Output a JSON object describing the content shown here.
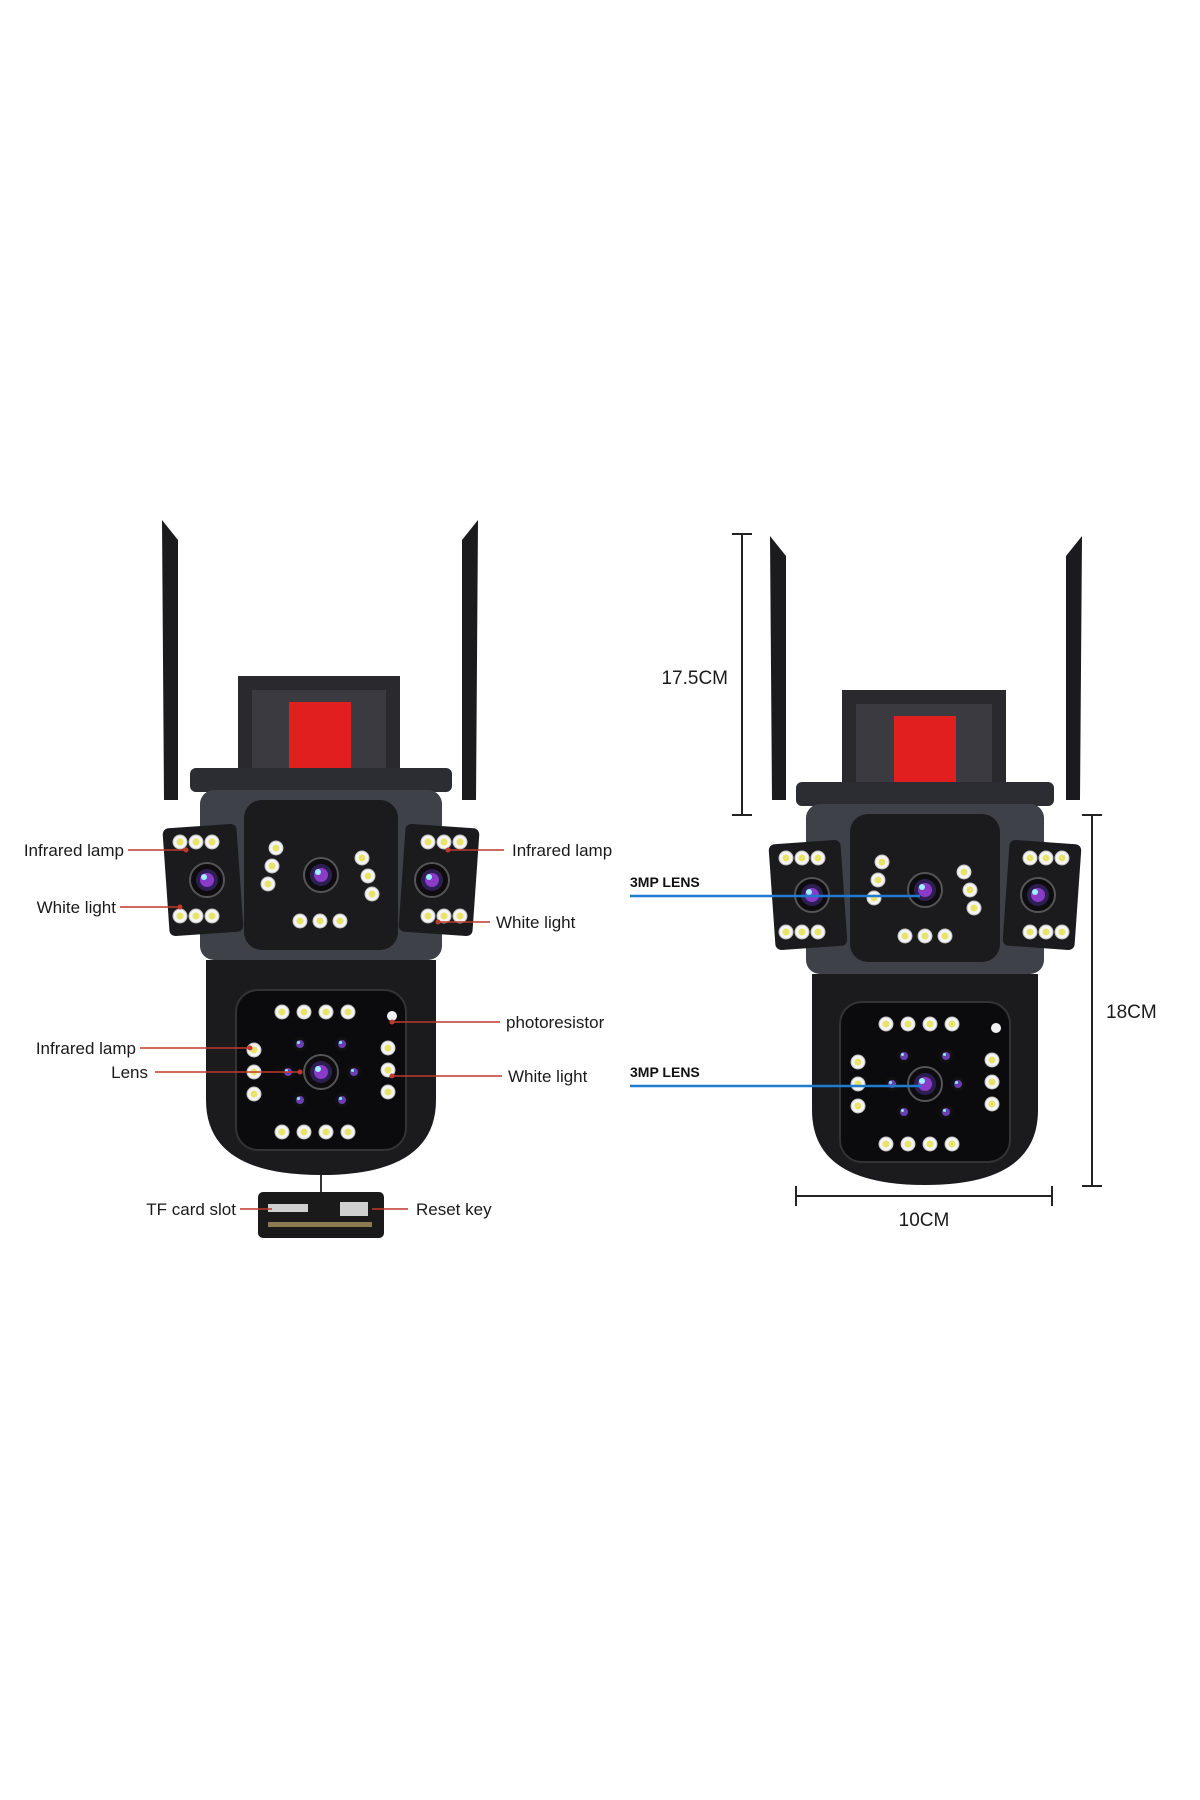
{
  "left_diagram": {
    "labels": {
      "infrared_lamp_left": "Infrared lamp",
      "infrared_lamp_right": "Infrared lamp",
      "white_light_left": "White light",
      "white_light_right": "White light",
      "photoresistor": "photoresistor",
      "infrared_lamp_lower": "Infrared lamp",
      "lens": "Lens",
      "white_light_lower": "White light",
      "tf_card_slot": "TF card slot",
      "reset_key": "Reset key"
    }
  },
  "right_diagram": {
    "labels": {
      "lens_top": "3MP LENS",
      "lens_bottom": "3MP LENS",
      "height_top": "17.5CM",
      "height_body": "18CM",
      "width": "10CM"
    }
  },
  "colors": {
    "callout_line": "#c0392b",
    "lens_line": "#1f7bd0",
    "bracket_red": "#e11f1f",
    "body": "#1b1b1e"
  }
}
